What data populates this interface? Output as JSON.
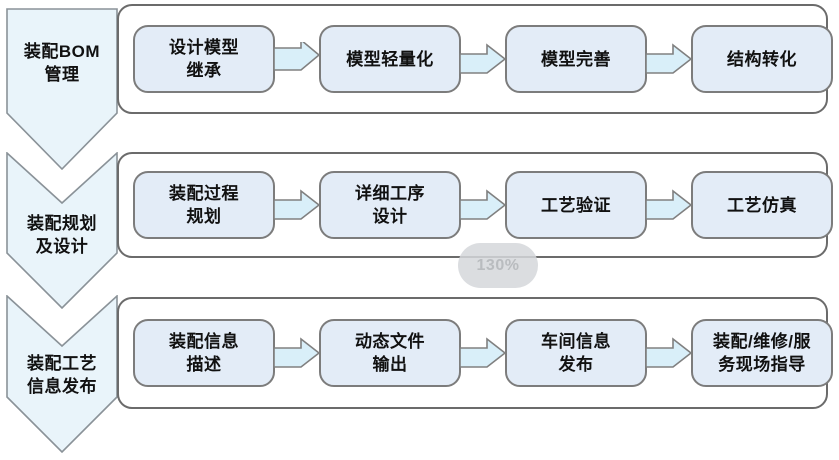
{
  "diagram": {
    "stages": [
      {
        "label": "装配BOM\n管理",
        "steps": [
          "设计模型\n继承",
          "模型轻量化",
          "模型完善",
          "结构转化"
        ]
      },
      {
        "label": "装配规划\n及设计",
        "steps": [
          "装配过程\n规划",
          "详细工序\n设计",
          "工艺验证",
          "工艺仿真"
        ]
      },
      {
        "label": "装配工艺\n信息发布",
        "steps": [
          "装配信息\n描述",
          "动态文件\n输出",
          "车间信息\n发布",
          "装配/维修/服\n务现场指导"
        ]
      }
    ]
  },
  "zoom_toast": {
    "label": "130%"
  },
  "colors": {
    "chevron_fill": "#e9f4fa",
    "chevron_border": "#8a9298",
    "lane_fill": "#ffffff",
    "lane_border": "#6b6b6b",
    "step_fill": "#e3ecf7",
    "step_border": "#7c7c7c",
    "arrow_fill": "#d9eff9",
    "arrow_border": "#808080",
    "text": "#111111",
    "toast_bg": "#dddfe2"
  }
}
